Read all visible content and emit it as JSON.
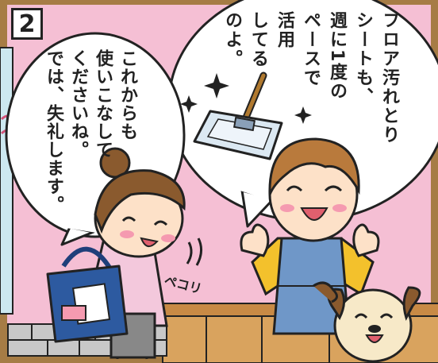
{
  "panel": {
    "number": "2",
    "colors": {
      "frame": "#a67c45",
      "background": "#f5bfd4",
      "bubble": "#ffffff",
      "outline": "#222222"
    }
  },
  "speech_left": {
    "text": "これからも\n使いこなして\nくださいね。\nでは、失礼します。"
  },
  "speech_right": {
    "text": "フロア汚れとり\nシートも、\n週に1度の\nペースで\n活用\nしてる\nのよ。"
  },
  "sfx": {
    "text": "ペコリ"
  }
}
